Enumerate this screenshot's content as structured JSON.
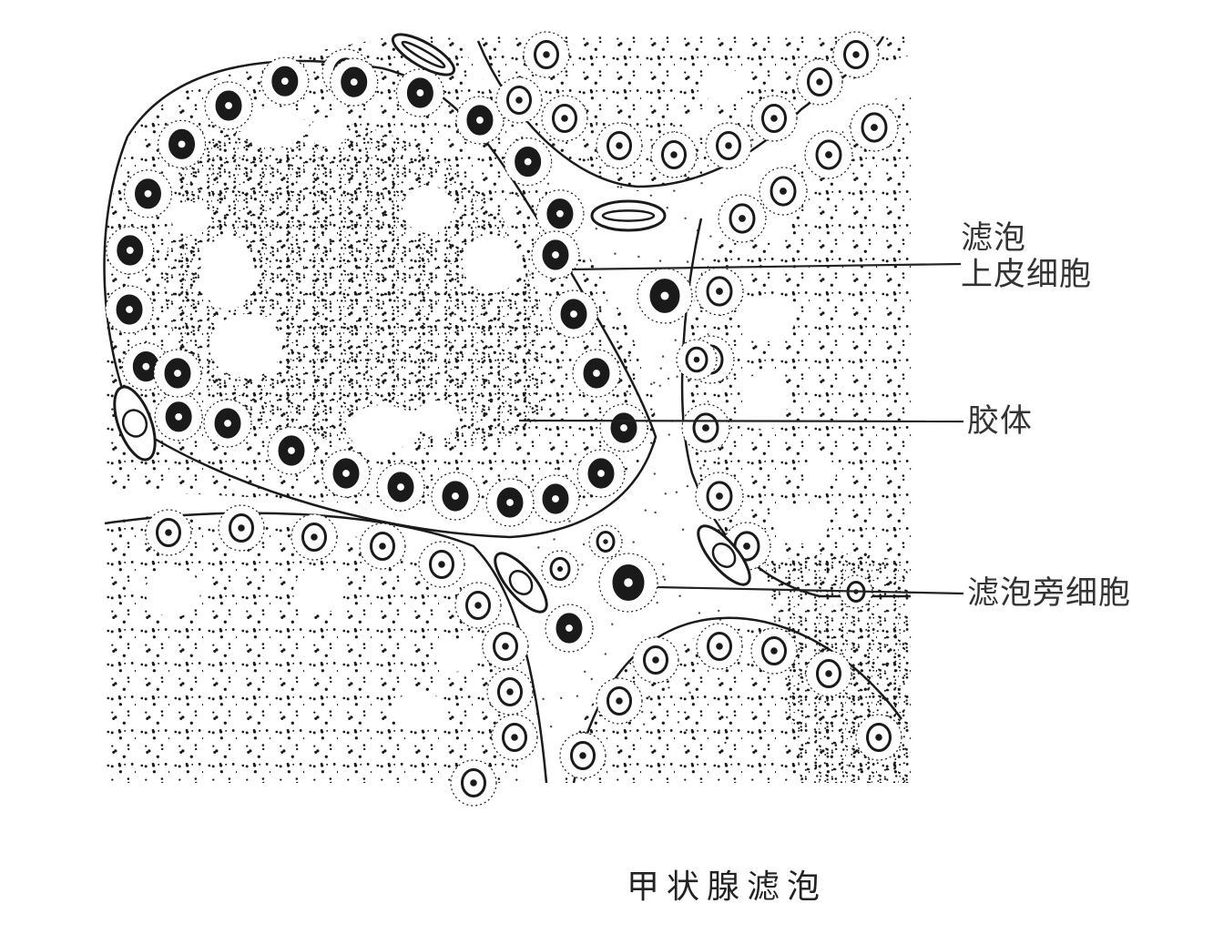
{
  "figure": {
    "labels": {
      "follicular_epithelial_cell_line1": "滤泡",
      "follicular_epithelial_cell_line2": "上皮细胞",
      "colloid": "胶体",
      "parafollicular_cell": "滤泡旁细胞"
    },
    "caption": "甲状腺滤泡",
    "ink_color": "#1a1a1a"
  }
}
